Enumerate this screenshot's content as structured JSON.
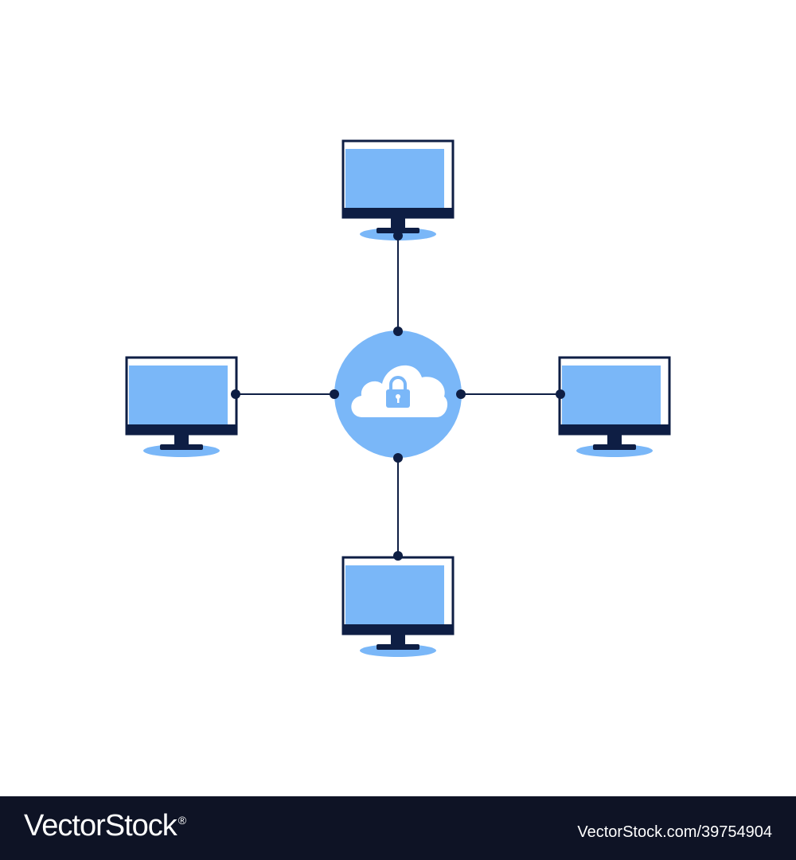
{
  "diagram": {
    "hub": {
      "icon": "cloud-lock-icon"
    },
    "nodes": [
      {
        "position": "top",
        "icon": "monitor-icon"
      },
      {
        "position": "left",
        "icon": "monitor-icon"
      },
      {
        "position": "right",
        "icon": "monitor-icon"
      },
      {
        "position": "bottom",
        "icon": "monitor-icon"
      }
    ],
    "colors": {
      "screen": "#7ab7f8",
      "frame": "#0e1e44",
      "hub": "#7ab7f8",
      "cloud": "#ffffff",
      "line": "#0e1e44",
      "shadow": "#7ab7f8"
    }
  },
  "footer": {
    "brand": "VectorStock",
    "brand_mark": "®",
    "image_id": "VectorStock.com/39754904"
  }
}
